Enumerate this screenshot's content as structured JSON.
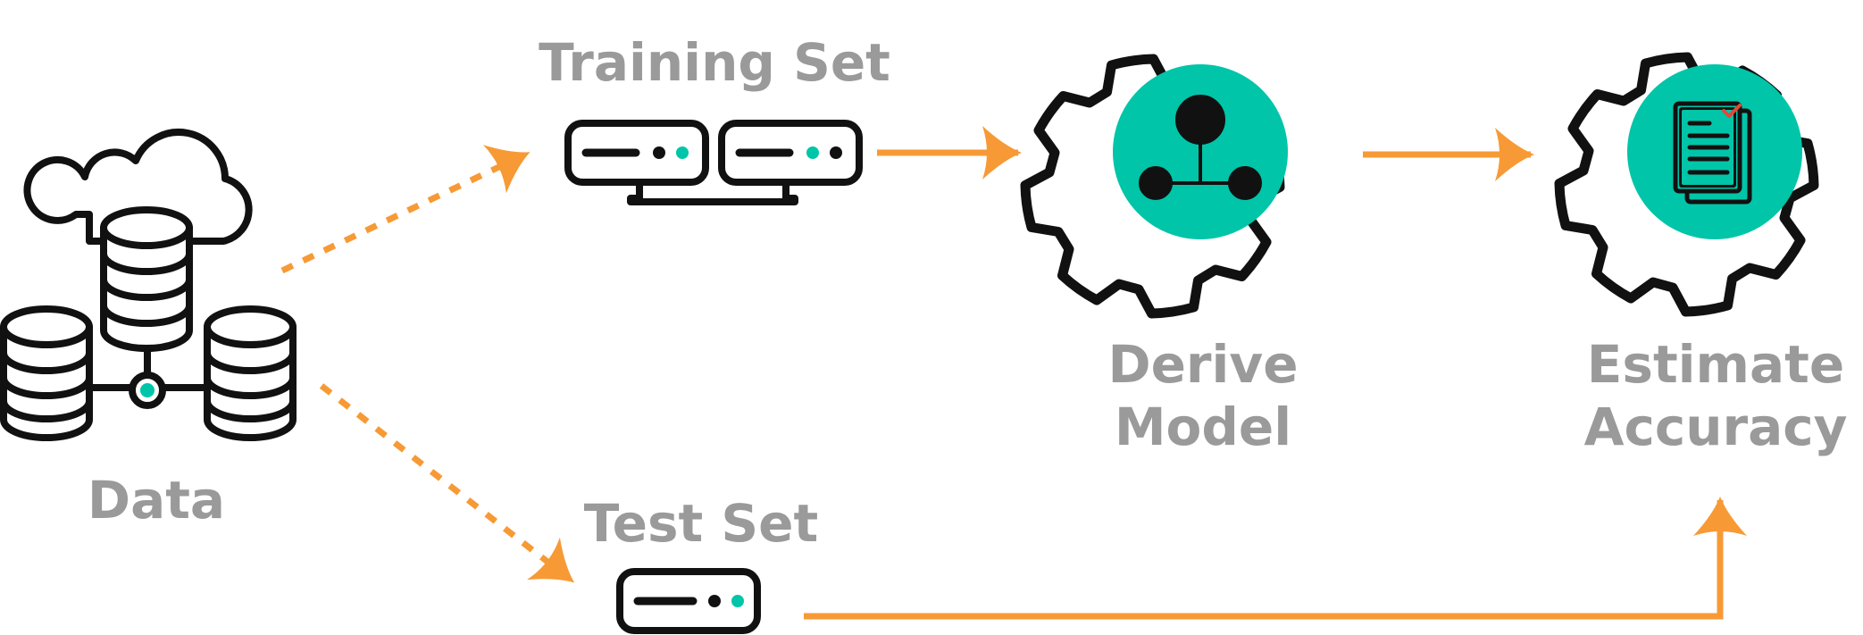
{
  "labels": {
    "data": "Data",
    "training_set": "Training Set",
    "test_set": "Test Set",
    "derive_line1": "Derive",
    "derive_line2": "Model",
    "estimate_line1": "Estimate",
    "estimate_line2": "Accuracy"
  },
  "colors": {
    "arrow": "#f79a35",
    "accent": "#00c5a8",
    "stroke": "#111111",
    "label": "#9a9a9a"
  },
  "icons": [
    "database-cloud-icon",
    "server-rack-icon",
    "gear-icon",
    "network-graph-icon",
    "document-check-icon"
  ]
}
